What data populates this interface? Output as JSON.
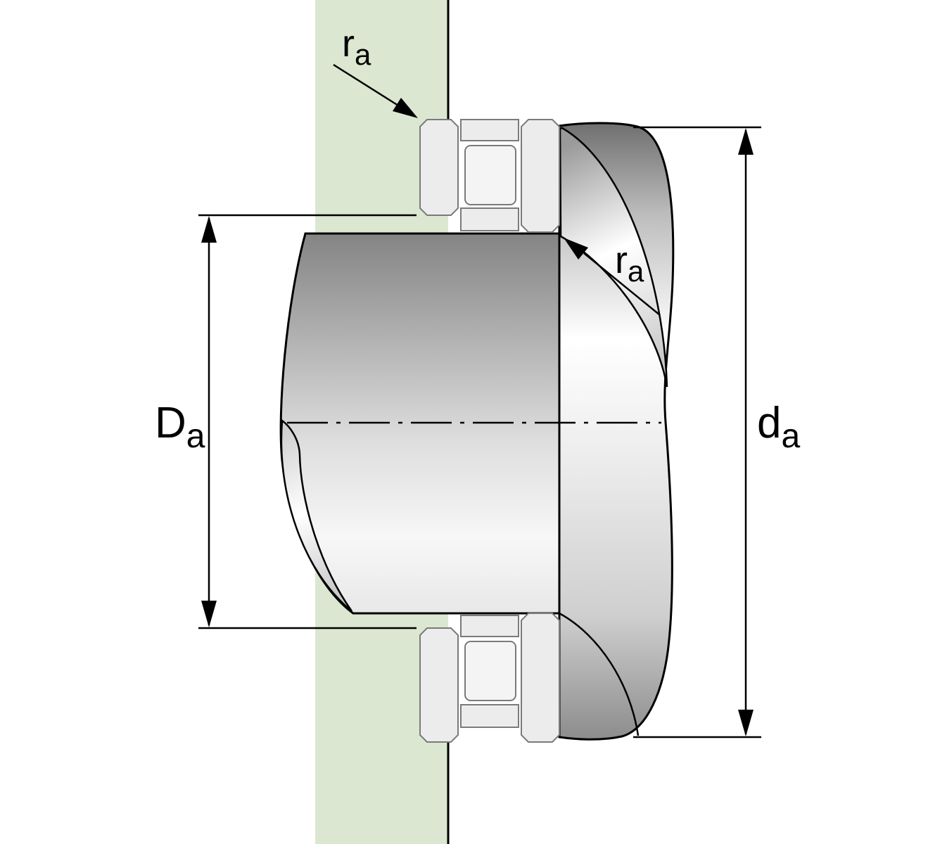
{
  "diagram": {
    "type": "technical-drawing",
    "subject": "Axial bearing mounting cross-section with abutment and fillet dimensions",
    "labels": {
      "housing_abutment_diameter": {
        "main": "D",
        "sub": "a"
      },
      "shaft_abutment_diameter": {
        "main": "d",
        "sub": "a"
      },
      "fillet_radius_top": {
        "main": "r",
        "sub": "a"
      },
      "fillet_radius_inner": {
        "main": "r",
        "sub": "a"
      }
    },
    "colors": {
      "background": "#ffffff",
      "housing": "#dbe7d0",
      "outline": "#000000",
      "bearing_ring_fill": "#ececec",
      "bearing_ring_stroke": "#7a7a7a",
      "rolling_element_fill": "#f4f4f4",
      "metal_dark": "#6f6f6f",
      "metal_mid": "#c8c8c8",
      "metal_light": "#ffffff"
    }
  }
}
